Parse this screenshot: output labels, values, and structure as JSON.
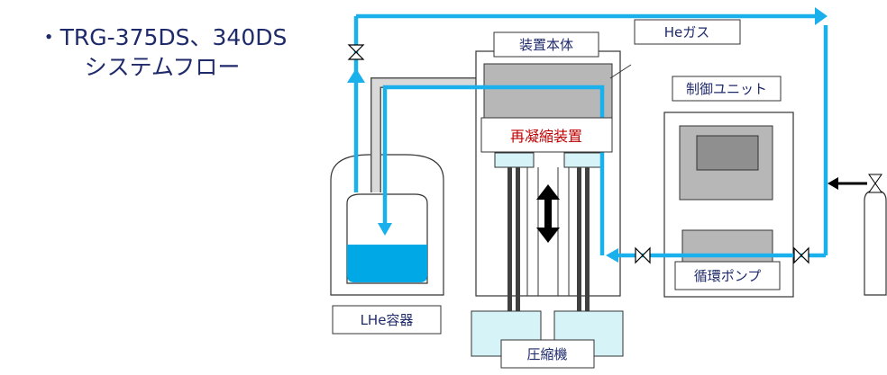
{
  "title": {
    "line1": "・TRG-375DS、340DS",
    "line2": "システムフロー"
  },
  "labels": {
    "he_gas": "Heガス",
    "main_unit": "装置本体",
    "control_unit": "制御ユニット",
    "recondenser": "再凝縮装置",
    "lhe_container": "LHe容器",
    "compressor": "圧縮機",
    "circulation_pump": "循環ポンプ"
  },
  "colors": {
    "pipe": "#1ab0ec",
    "title_text": "#1f2a6b",
    "label_text": "#1f2a6b",
    "recondenser_text": "#c00000",
    "liquid_helium": "#00a8e6",
    "gray_fill": "#b7b7b7",
    "screen_fill": "#8f8f8f"
  }
}
